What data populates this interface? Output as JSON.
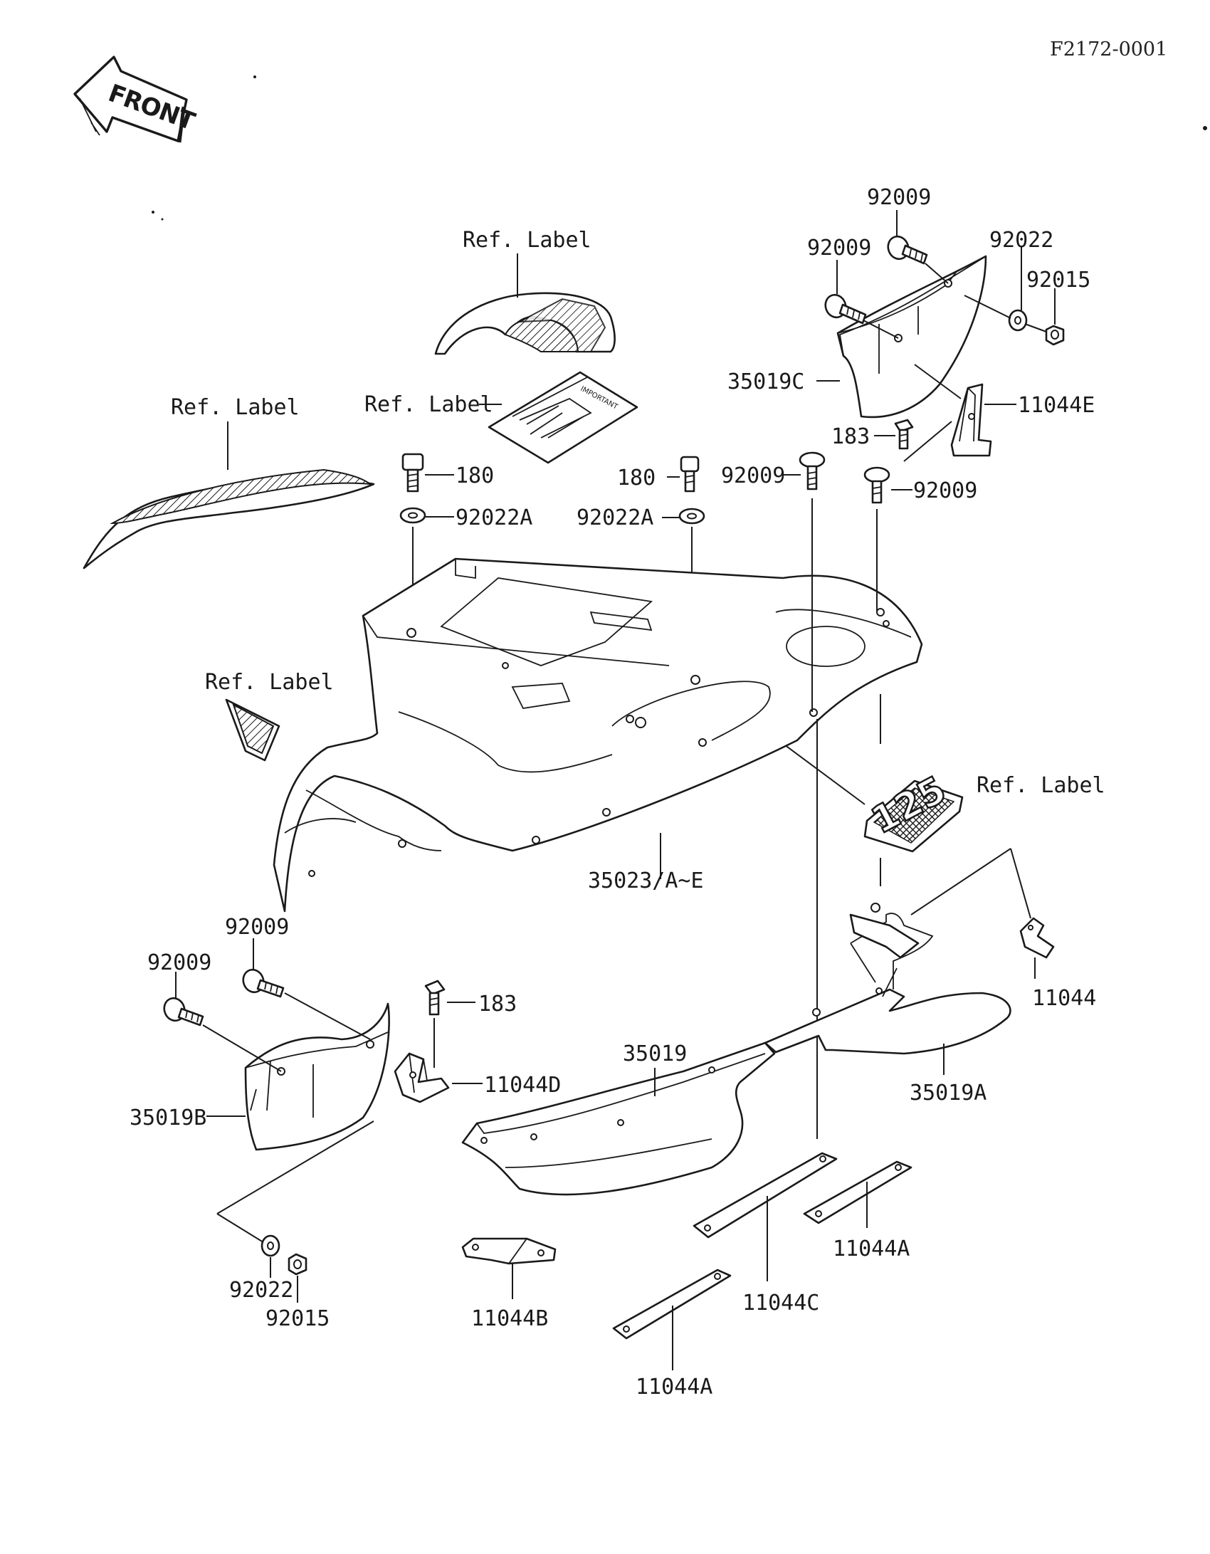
{
  "diagram_code": "F2172-0001",
  "front_arrow": {
    "text": "FRONT",
    "icon": "front-arrow-icon"
  },
  "decal_number": "125",
  "ref_label_text": "Ref. Label",
  "part_numbers": {
    "bolt_180": "180",
    "washer_92022A": "92022A",
    "bolt_183": "183",
    "bolt_92009": "92009",
    "washer_92022": "92022",
    "nut_92015": "92015",
    "fender_35023": "35023/A~E",
    "flap_35019": "35019",
    "flap_35019A": "35019A",
    "flap_35019B": "35019B",
    "flap_35019C": "35019C",
    "bracket_11044": "11044",
    "bracket_11044A": "11044A",
    "bracket_11044B": "11044B",
    "bracket_11044C": "11044C",
    "bracket_11044D": "11044D",
    "bracket_11044E": "11044E"
  }
}
